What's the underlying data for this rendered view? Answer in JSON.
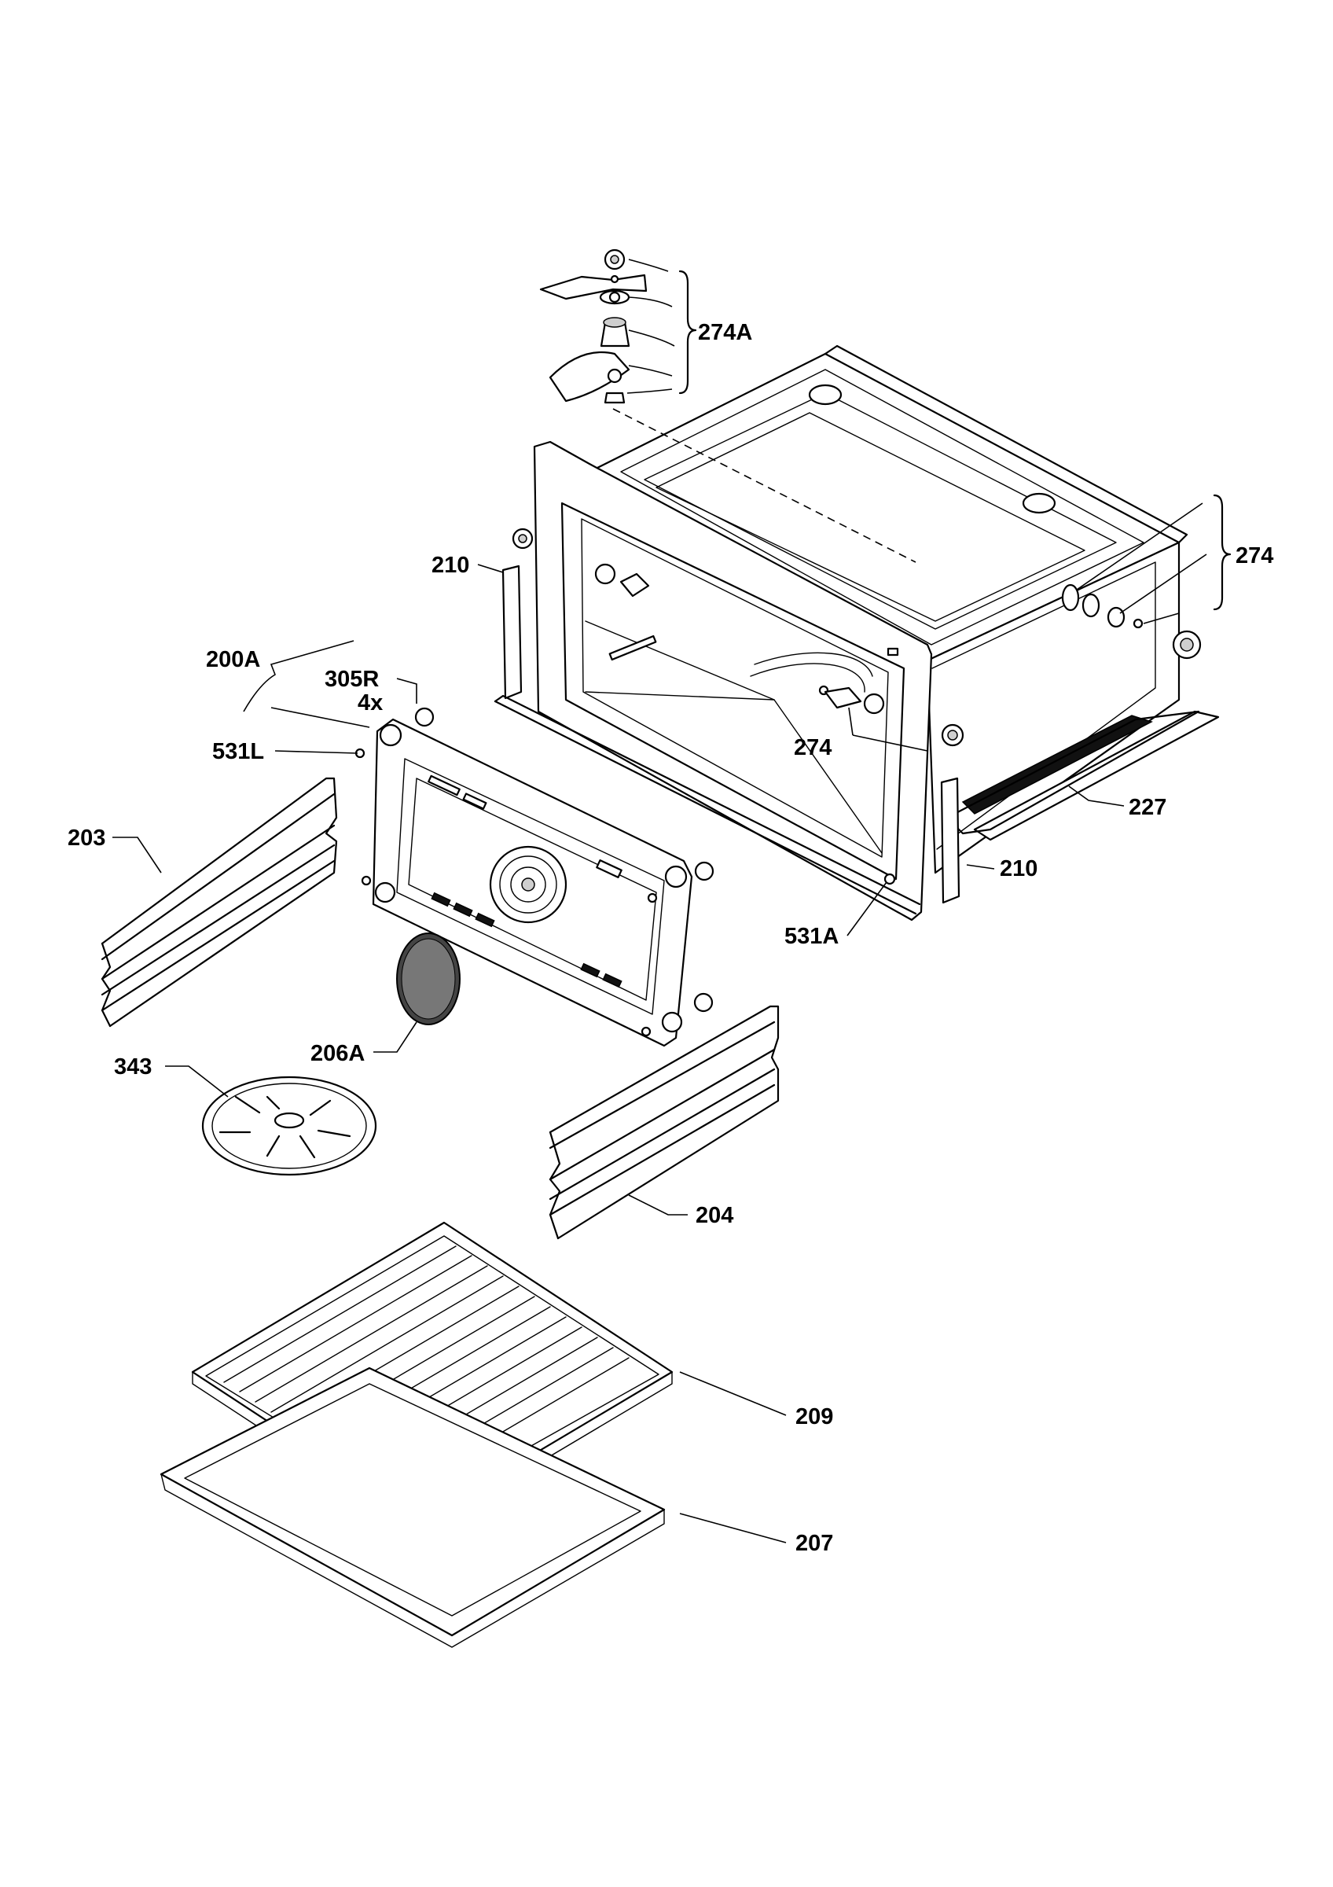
{
  "callouts": {
    "c274A": "274A",
    "c274_right": "274",
    "c274_inner": "274",
    "c210_top": "210",
    "c210_bottom": "210",
    "c200A": "200A",
    "c305R": "305R",
    "c4x": "4x",
    "c531L": "531L",
    "c531A": "531A",
    "c203": "203",
    "c227": "227",
    "c206A": "206A",
    "c343": "343",
    "c204": "204",
    "c209": "209",
    "c207": "207"
  }
}
